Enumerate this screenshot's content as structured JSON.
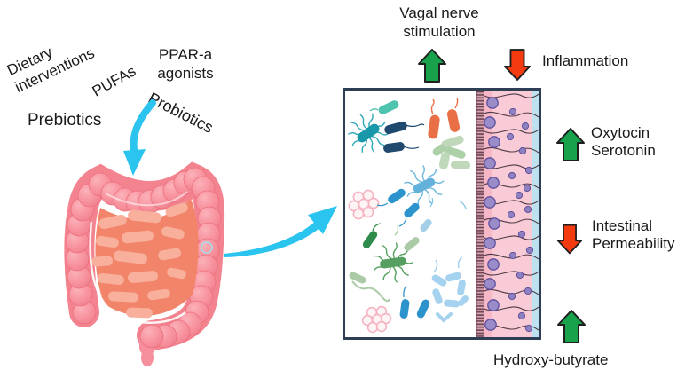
{
  "figure": {
    "interventions": {
      "dietary": "Dietary\ninterventions",
      "pufas": "PUFAs",
      "ppar": "PPAR-a\nagonists",
      "prebiotics": "Prebiotics",
      "probiotics": "Probiotics"
    },
    "effects": {
      "vagal": "Vagal nerve\nstimulation",
      "inflammation": "Inflammation",
      "oxytocin_serotonin": "Oxytocin\nSerotonin",
      "intestinal_permeability": "Intestinal\nPermeability",
      "hydroxy_butyrate": "Hydroxy-butyrate"
    },
    "icons": {
      "intestine": "intestine-illustration",
      "microbiota": "gut-microbiota-panel",
      "epithelium": "intestinal-epithelium-cells",
      "up_arrow": "increase-arrow",
      "down_arrow": "decrease-arrow",
      "flow_arrow": "cyan-flow-arrow"
    },
    "colors": {
      "increase_arrow": "#18A24C",
      "decrease_arrow": "#F43B10",
      "flow_arrow": "#2BC4EE",
      "panel_border": "#2E3F55",
      "colon_pink": "#F8949F",
      "small_intestine_salmon": "#F2846A",
      "epithelium_pink": "#F9CBD6",
      "nucleus_purple": "#9A8CC8",
      "text": "#1A1A1A"
    }
  }
}
